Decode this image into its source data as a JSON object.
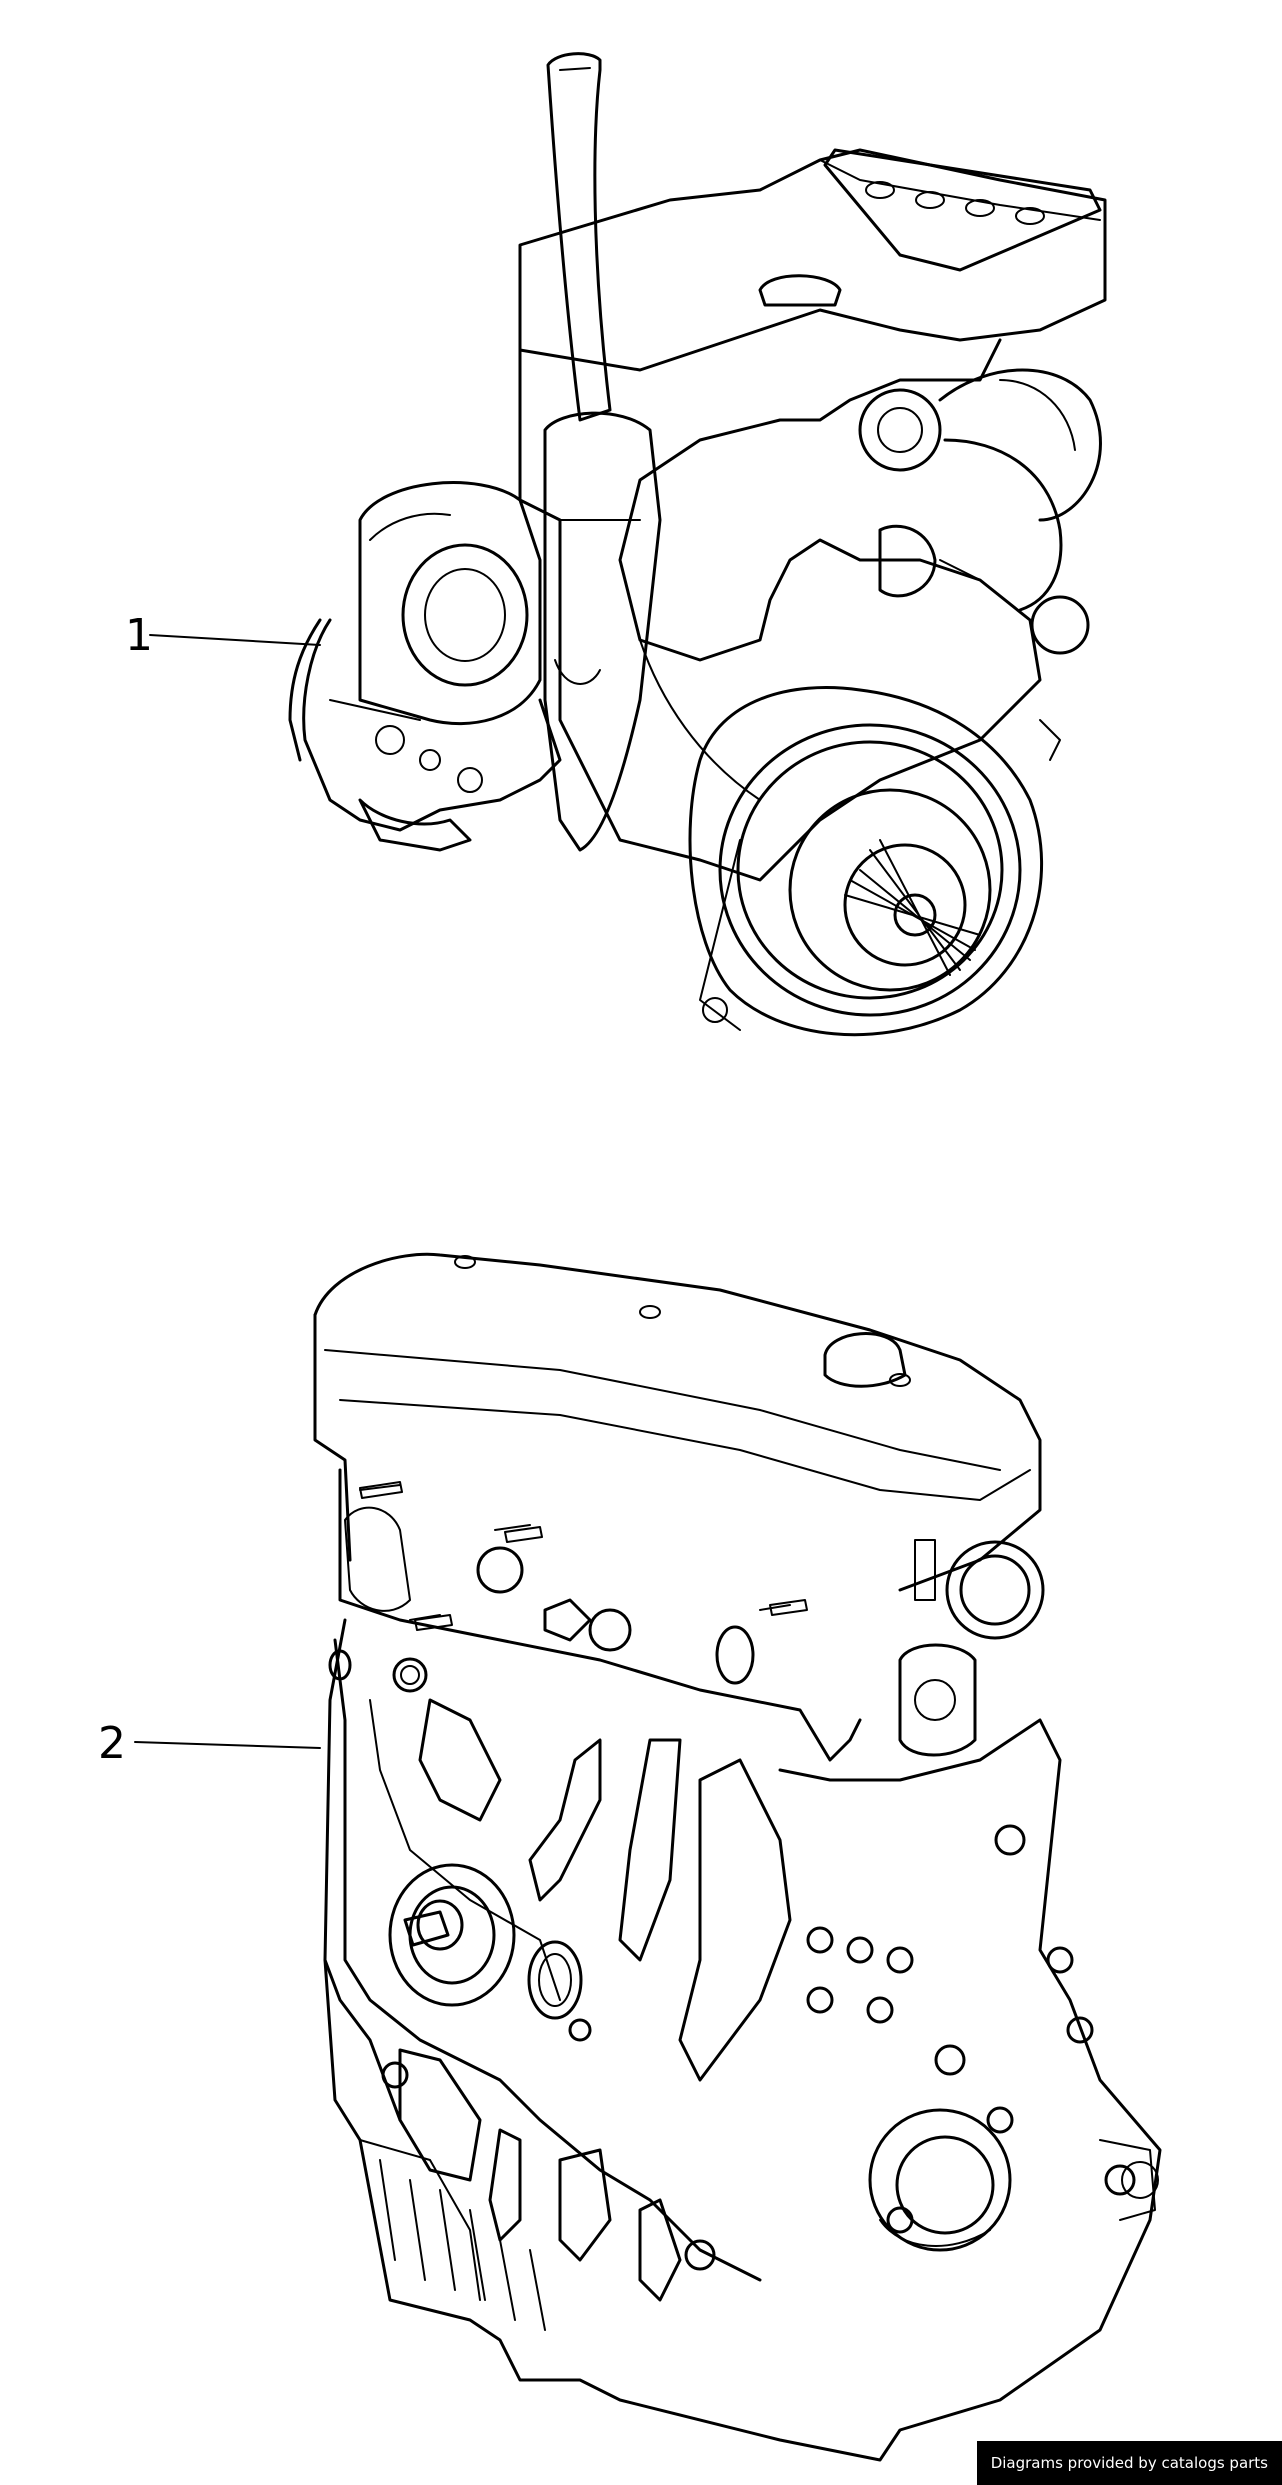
{
  "callouts": [
    {
      "id": "1",
      "label": "1"
    },
    {
      "id": "2",
      "label": "2"
    }
  ],
  "watermark": "Diagrams provided by catalogs parts",
  "colors": {
    "ink": "#000000",
    "background": "#ffffff"
  }
}
